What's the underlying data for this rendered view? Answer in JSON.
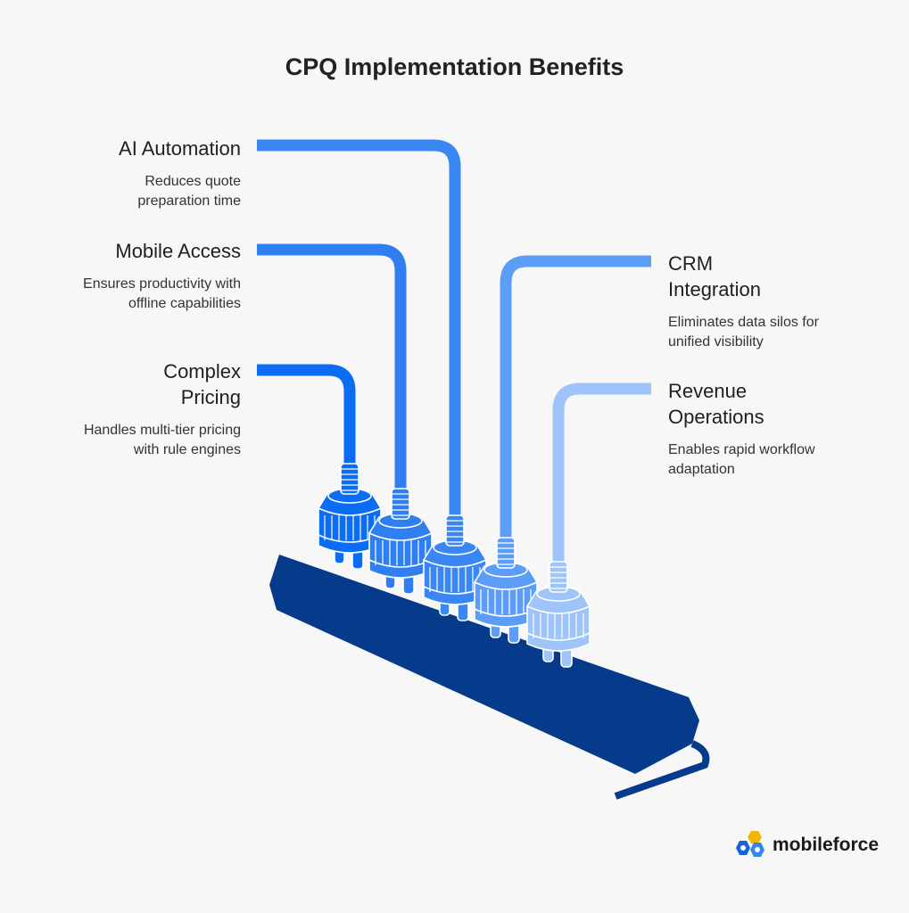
{
  "title": "CPQ Implementation Benefits",
  "benefits": [
    {
      "label": "AI Automation",
      "description": "Reduces quote preparation time",
      "color": "#3b86f5"
    },
    {
      "label": "Mobile Access",
      "description": "Ensures productivity with offline capabilities",
      "color": "#2f7ff2"
    },
    {
      "label": "Complex Pricing",
      "description": "Handles multi-tier pricing with rule engines",
      "color": "#0b6cf4"
    },
    {
      "label": "CRM Integration",
      "description": "Eliminates data silos for unified visibility",
      "color": "#5c9ef7"
    },
    {
      "label": "Revenue Operations",
      "description": "Enables rapid workflow adaptation",
      "color": "#9ec4fa"
    }
  ],
  "strip_color": "#063a8a",
  "brand": {
    "name": "mobileforce"
  }
}
